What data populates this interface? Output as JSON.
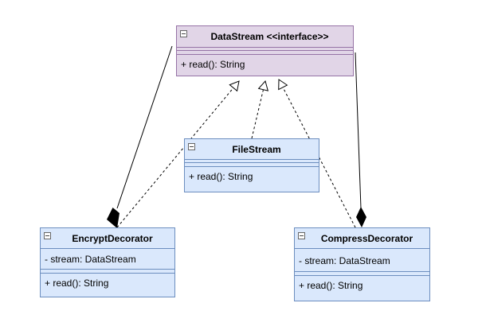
{
  "diagram": {
    "classes": {
      "datastream": {
        "title": "DataStream <<interface>>",
        "methods": [
          "+ read(): String"
        ]
      },
      "filestream": {
        "title": "FileStream",
        "methods": [
          "+ read(): String"
        ]
      },
      "encrypt": {
        "title": "EncryptDecorator",
        "attributes": [
          "- stream: DataStream"
        ],
        "methods": [
          "+ read(): String"
        ]
      },
      "compress": {
        "title": "CompressDecorator",
        "attributes": [
          "- stream: DataStream"
        ],
        "methods": [
          "+ read(): String"
        ]
      }
    },
    "relations": [
      {
        "type": "realization",
        "from": "FileStream",
        "to": "DataStream <<interface>>"
      },
      {
        "type": "realization",
        "from": "EncryptDecorator",
        "to": "DataStream <<interface>>"
      },
      {
        "type": "realization",
        "from": "CompressDecorator",
        "to": "DataStream <<interface>>"
      },
      {
        "type": "composition",
        "from": "EncryptDecorator",
        "to": "DataStream <<interface>>"
      },
      {
        "type": "composition",
        "from": "CompressDecorator",
        "to": "DataStream <<interface>>"
      }
    ],
    "colors": {
      "interface_fill": "#e1d5e7",
      "interface_stroke": "#9673a6",
      "class_fill": "#dae8fc",
      "class_stroke": "#6c8ebf",
      "line": "#000000"
    }
  }
}
